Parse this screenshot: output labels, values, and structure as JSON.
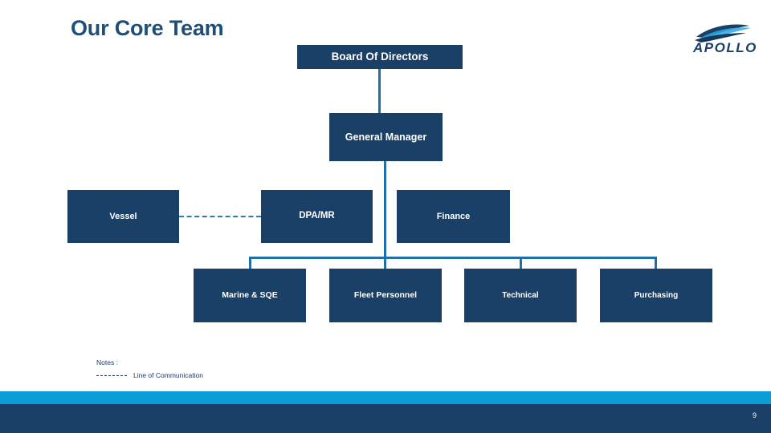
{
  "slide": {
    "title": "Our Core Team",
    "page_number": "9",
    "colors": {
      "node_fill": "#1B4068",
      "node_text": "#FFFFFF",
      "title_text": "#1F4E79",
      "connector": "#1F6FA8",
      "dashed_connector": "#2E7BB0",
      "footer_accent": "#0B9DD8",
      "footer_bar": "#1B4068",
      "background": "#FFFFFF"
    }
  },
  "logo": {
    "name": "apollo-logo",
    "wordmark": "APOLLO"
  },
  "org_chart": {
    "nodes": [
      {
        "id": "board",
        "label": "Board Of Directors",
        "level": 1
      },
      {
        "id": "gm",
        "label": "General Manager",
        "level": 2
      },
      {
        "id": "vessel",
        "label": "Vessel",
        "level": 3
      },
      {
        "id": "dpamr",
        "label": "DPA/MR",
        "level": 3
      },
      {
        "id": "finance",
        "label": "Finance",
        "level": 3
      },
      {
        "id": "marine",
        "label": "Marine & SQE",
        "level": 4
      },
      {
        "id": "fleet",
        "label": "Fleet Personnel",
        "level": 4
      },
      {
        "id": "technical",
        "label": "Technical",
        "level": 4
      },
      {
        "id": "purchasing",
        "label": "Purchasing",
        "level": 4
      }
    ],
    "connections": [
      {
        "from": "board",
        "to": "gm",
        "style": "solid"
      },
      {
        "from": "gm",
        "to": "marine",
        "style": "solid"
      },
      {
        "from": "gm",
        "to": "fleet",
        "style": "solid"
      },
      {
        "from": "gm",
        "to": "technical",
        "style": "solid"
      },
      {
        "from": "gm",
        "to": "purchasing",
        "style": "solid"
      },
      {
        "from": "vessel",
        "to": "dpamr",
        "style": "dashed"
      }
    ]
  },
  "notes": {
    "title": "Notes :",
    "legend_label": "Line of Communication"
  }
}
